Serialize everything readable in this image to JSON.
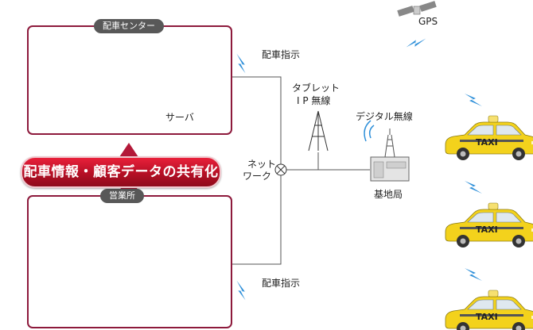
{
  "dispatch_center": {
    "tag": "配車センター",
    "server_label": "サーバ"
  },
  "branch_office": {
    "tag": "営業所"
  },
  "banner": {
    "text": "配車情報・顧客データの共有化"
  },
  "network": {
    "label_line1": "ネット",
    "label_line2": "ワーク"
  },
  "tablet_ip": {
    "line1": "タブレット",
    "line2": "I P 無線"
  },
  "digital_radio": {
    "label": "デジタル無線"
  },
  "base_station": {
    "label": "基地局"
  },
  "gps": {
    "label": "GPS"
  },
  "dispatch_instruction_top": "配車指示",
  "dispatch_instruction_bottom": "配車指示",
  "taxi_sign": "TAXI",
  "colors": {
    "frame": "#8d1a3c",
    "banner_red": "#c8102e",
    "taxi_yellow": "#f3d21c",
    "signal_blue": "#3d9fe0"
  }
}
